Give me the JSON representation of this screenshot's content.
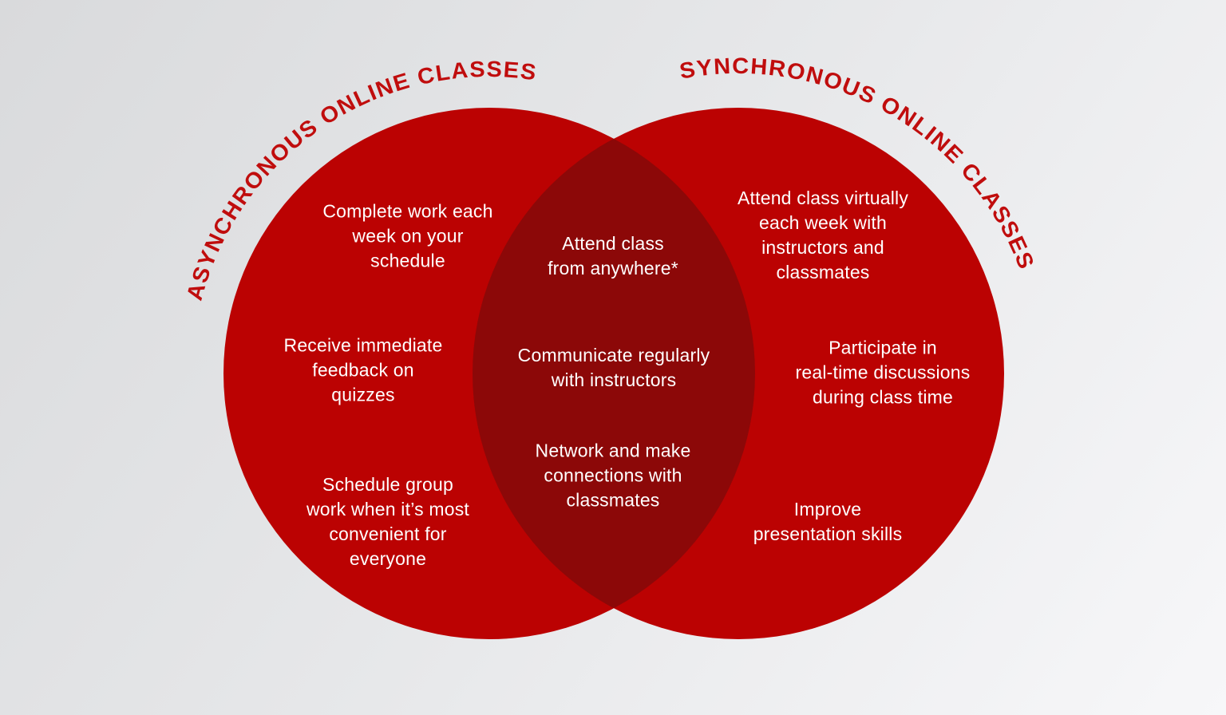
{
  "colors": {
    "background_from": "#D9DADC",
    "background_to": "#F7F7F9",
    "circle_red": "#BB0202",
    "overlap_red": "#8C0808",
    "title_red": "#C00D0D",
    "note_text": "#FFFFFF"
  },
  "titles": {
    "left": "ASYNCHRONOUS ONLINE CLASSES",
    "right": "SYNCHRONOUS ONLINE CLASSES"
  },
  "left_circle": {
    "items": [
      "Complete work each\nweek on your\nschedule",
      "Receive immediate\nfeedback on\nquizzes",
      "Schedule group\nwork when it’s most\nconvenient for\neveryone"
    ]
  },
  "overlap": {
    "items": [
      "Attend class\nfrom anywhere*",
      "Communicate regularly\nwith instructors",
      "Network and make\nconnections with\nclassmates"
    ]
  },
  "right_circle": {
    "items": [
      "Attend class virtually\neach week with\ninstructors and\nclassmates",
      "Participate in\nreal-time discussions\nduring class time",
      "Improve\npresentation skills"
    ]
  }
}
